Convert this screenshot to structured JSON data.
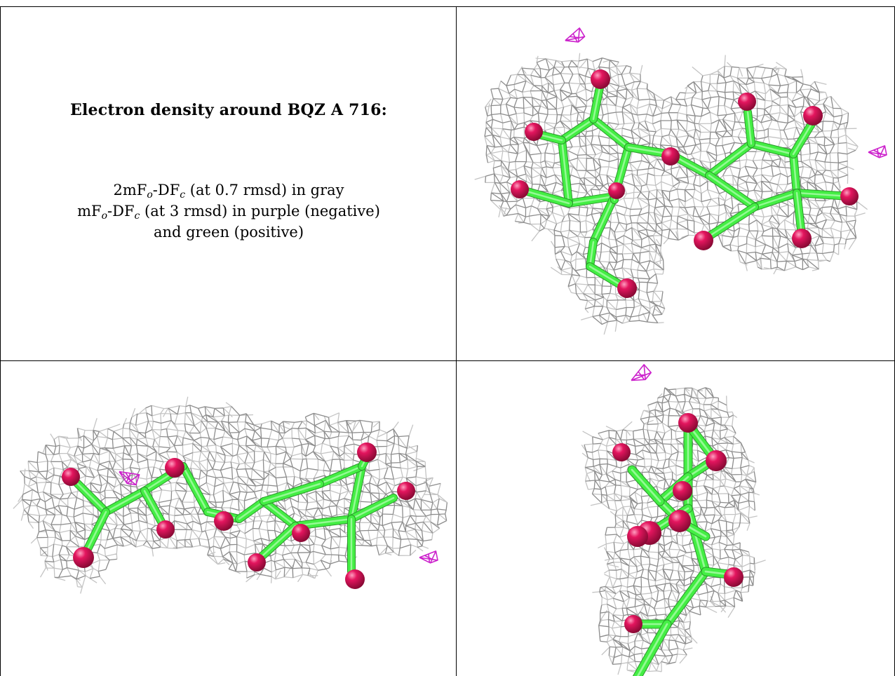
{
  "header": {
    "title": "Electron density around BQZ A 716:"
  },
  "legend": {
    "line1_prefix": "2mF",
    "line1_sub_o": "o",
    "line1_mid": "-DF",
    "line1_sub_c": "c",
    "line1_suffix": " (at 0.7 rmsd) in gray",
    "line2_prefix": "mF",
    "line2_sub_o": "o",
    "line2_mid": "-DF",
    "line2_sub_c": "c",
    "line2_suffix": " (at 3 rmsd) in purple (negative)",
    "line3": "and green (positive)"
  },
  "colors": {
    "mesh": "#8c8c8c",
    "mesh_light": "#c4c4c4",
    "bond": "#44ee44",
    "atom": "#e3155e",
    "negative_density": "#cc22cc",
    "border": "#000000"
  },
  "panels": [
    {
      "view": "top-right",
      "icon": "electron-density-mesh"
    },
    {
      "view": "bottom-left",
      "icon": "electron-density-mesh"
    },
    {
      "view": "bottom-right",
      "icon": "electron-density-mesh"
    }
  ]
}
